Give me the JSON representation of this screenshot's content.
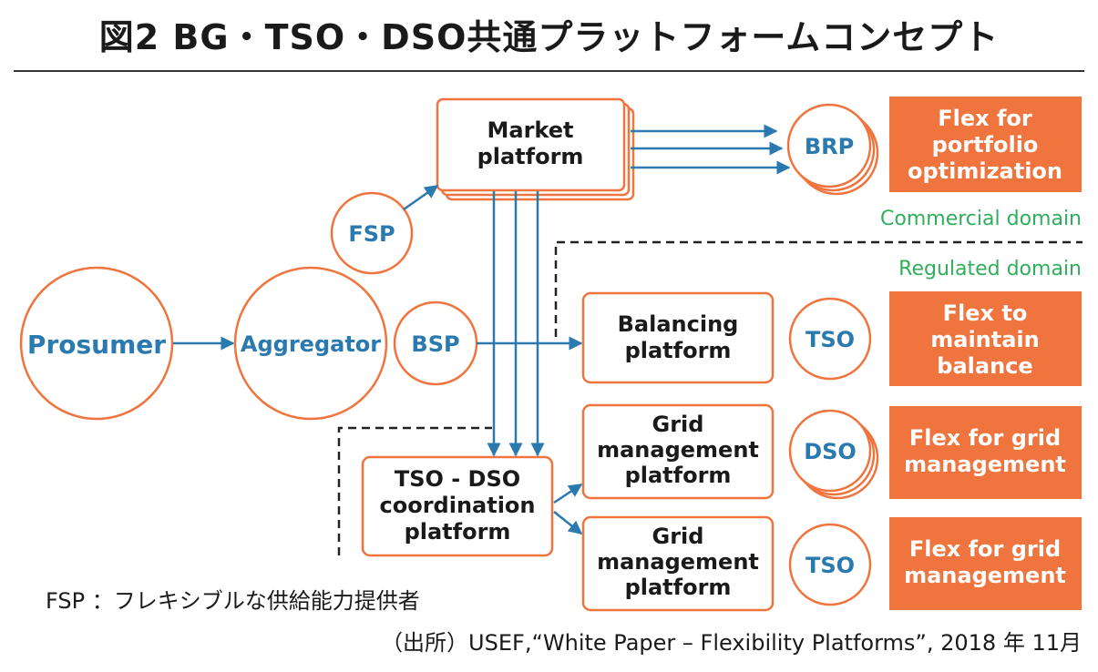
{
  "title": "図2 BG・TSO・DSO共通プラットフォームコンセプト",
  "nodes": {
    "prosumer": "Prosumer",
    "aggregator": "Aggregator",
    "fsp": "FSP",
    "bsp": "BSP",
    "market_platform": [
      "Market",
      "platform"
    ],
    "balancing_platform": [
      "Balancing",
      "platform"
    ],
    "grid_platform_1": [
      "Grid",
      "management",
      "platform"
    ],
    "grid_platform_2": [
      "Grid",
      "management",
      "platform"
    ],
    "coordination_platform": [
      "TSO - DSO",
      "coordination",
      "platform"
    ],
    "brp": "BRP",
    "tso_1": "TSO",
    "dso": "DSO",
    "tso_2": "TSO"
  },
  "flex_boxes": {
    "portfolio": [
      "Flex for",
      "portfolio",
      "optimization"
    ],
    "balance": [
      "Flex to",
      "maintain",
      "balance"
    ],
    "grid_1": [
      "Flex for grid",
      "management"
    ],
    "grid_2": [
      "Flex for grid",
      "management"
    ]
  },
  "domains": {
    "commercial": "Commercial domain",
    "regulated": "Regulated domain"
  },
  "colors": {
    "orange": "#f0743e",
    "blue": "#2a7ab0",
    "green": "#2fae5b"
  },
  "footnote": "FSP ：フレキシブルな供給能力提供者",
  "source": "（出所）USEF,“White Paper – Flexibility Platforms”, 2018 年 11月"
}
